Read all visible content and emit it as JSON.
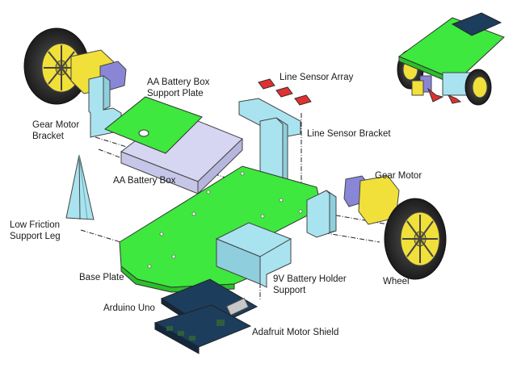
{
  "labels": {
    "aa_plate_line1": "AA Battery Box",
    "aa_plate_line2": "Support Plate",
    "line_sensor_array": "Line Sensor Array",
    "gear_motor_bracket_line1": "Gear Motor",
    "gear_motor_bracket_line2": "Bracket",
    "line_sensor_bracket": "Line Sensor Bracket",
    "gear_motor": "Gear Motor",
    "aa_battery_box": "AA Battery Box",
    "leg_line1": "Low Friction",
    "leg_line2": "Support Leg",
    "base_plate": "Base Plate",
    "nine_v_line1": "9V Battery Holder",
    "nine_v_line2": "Support",
    "wheel": "Wheel",
    "arduino": "Arduino Uno",
    "motor_shield": "Adafruit Motor Shield"
  },
  "colors": {
    "plate_green": "#3ee83e",
    "bracket_cyan": "#a9e3ef",
    "battery_box": "#d6d6f2",
    "motor_yellow": "#f1e03a",
    "motor_purple": "#8a86d6",
    "tire": "#2b2b2b",
    "sensor_red": "#e23030",
    "pcb": "#1d3d5c"
  }
}
